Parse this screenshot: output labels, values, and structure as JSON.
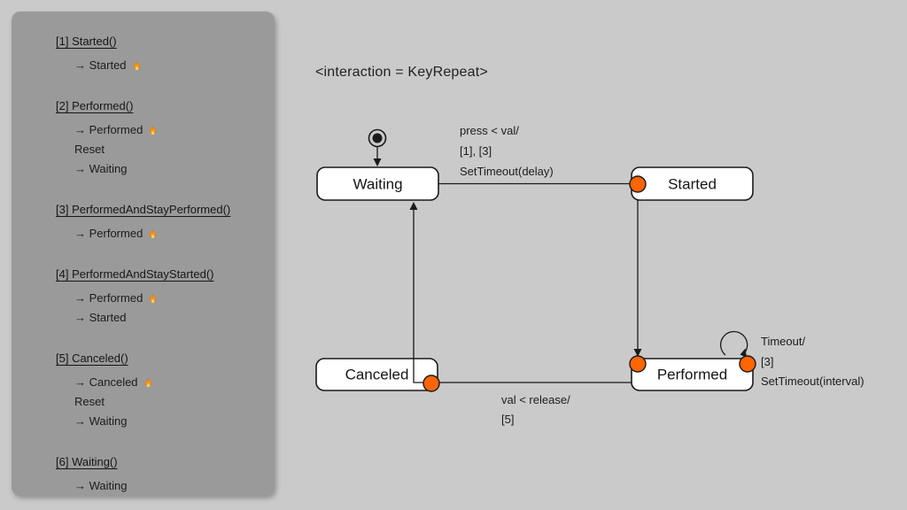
{
  "sidebar": {
    "cases": [
      {
        "title": "[1] Started()",
        "items": [
          {
            "label": "→ Started",
            "icon": "fire-icon"
          }
        ]
      },
      {
        "title": "[2] Performed()",
        "items": [
          {
            "label": "→ Performed",
            "icon": "fire-icon"
          },
          {
            "label": "Reset"
          },
          {
            "label": "→ Waiting"
          }
        ]
      },
      {
        "title": "[3] PerformedAndStayPerformed()",
        "items": [
          {
            "label": "→ Performed",
            "icon": "fire-icon"
          }
        ]
      },
      {
        "title": "[4] PerformedAndStayStarted()",
        "items": [
          {
            "label": "→ Performed",
            "icon": "fire-icon"
          },
          {
            "label": "→ Started"
          }
        ]
      },
      {
        "title": "[5] Canceled()",
        "items": [
          {
            "label": "→ Canceled",
            "icon": "fire-icon"
          },
          {
            "label": "Reset"
          },
          {
            "label": "→ Waiting"
          }
        ]
      },
      {
        "title": "[6] Waiting()",
        "items": [
          {
            "label": "→ Waiting"
          }
        ]
      }
    ]
  },
  "diagram": {
    "title": "<interaction = KeyRepeat>",
    "states": {
      "waiting": "Waiting",
      "started": "Started",
      "performed": "Performed",
      "canceled": "Canceled"
    },
    "transitions": {
      "press": {
        "lines": [
          "press < val/",
          "[1], [3]",
          "SetTimeout(delay)"
        ]
      },
      "timeout": {
        "lines": [
          "Timeout/",
          "[3]",
          "SetTimeout(interval)"
        ]
      },
      "release": {
        "lines": [
          "val < release/",
          "[5]"
        ]
      }
    },
    "colors": {
      "marker": "#ff6500",
      "line": "#1a1a1a",
      "state_fill": "#ffffff",
      "panel": "#9a9a9a",
      "background": "#cacaca"
    }
  }
}
